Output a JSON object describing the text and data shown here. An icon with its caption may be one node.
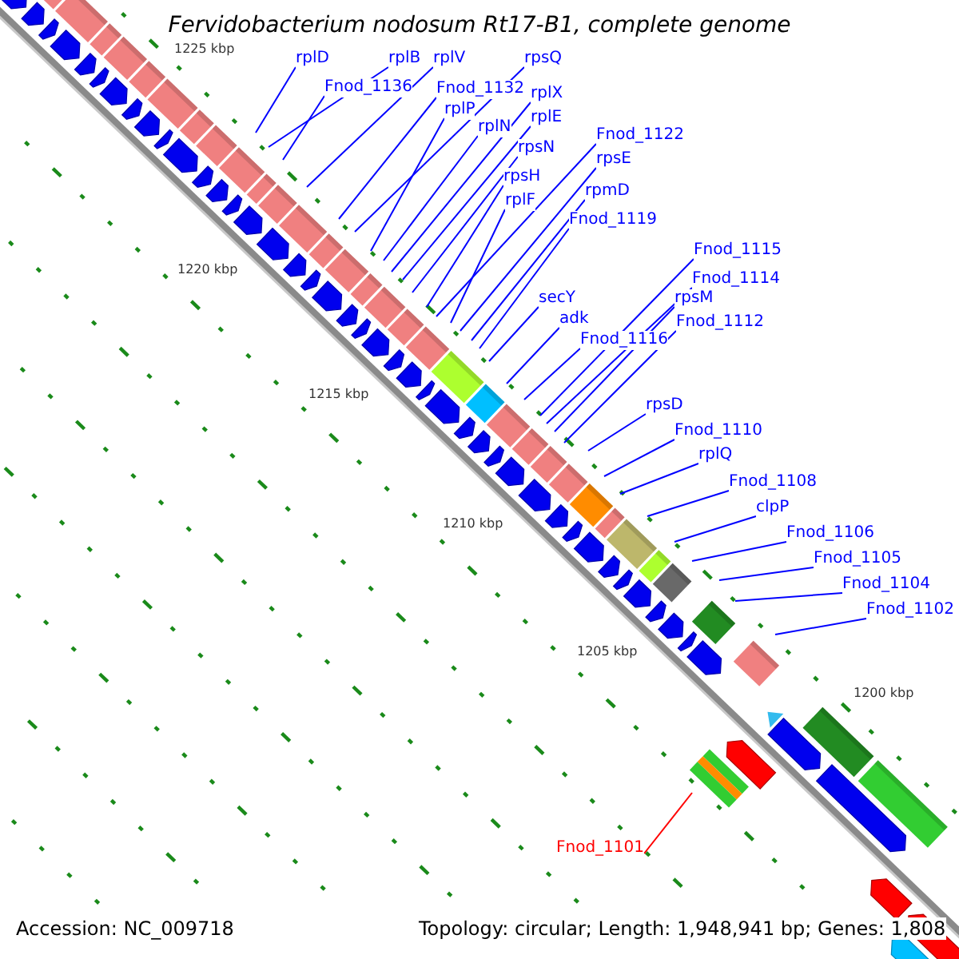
{
  "diagram": {
    "title": "Fervidobacterium nodosum Rt17-B1, complete genome",
    "nodes": [
      {
        "text": [
          "rplD"
        ]
      },
      {
        "text": [
          "rplB"
        ]
      },
      {
        "text": [
          "rplV"
        ]
      },
      {
        "text": [
          "rpsQ"
        ]
      },
      {
        "text": [
          "Fnod_1136"
        ]
      },
      {
        "text": [
          "Fnod_1132"
        ]
      },
      {
        "text": [
          "rplX"
        ]
      },
      {
        "text": [
          "rplP"
        ]
      },
      {
        "text": [
          "rplN"
        ]
      },
      {
        "text": [
          "rplE"
        ]
      },
      {
        "text": [
          "rpsN"
        ]
      },
      {
        "text": [
          "Fnod_1122"
        ]
      },
      {
        "text": [
          "rpsH"
        ]
      },
      {
        "text": [
          "rpsE"
        ]
      },
      {
        "text": [
          "rplF"
        ]
      },
      {
        "text": [
          "rpmD"
        ]
      },
      {
        "text": [
          "Fnod_1119"
        ]
      },
      {
        "text": [
          "secY"
        ]
      },
      {
        "text": [
          "adk"
        ]
      },
      {
        "text": [
          "Fnod_1116"
        ]
      },
      {
        "text": [
          "Fnod_1115"
        ]
      },
      {
        "text": [
          "Fnod_1114"
        ]
      },
      {
        "text": [
          "rpsM"
        ]
      },
      {
        "text": [
          "Fnod_1112"
        ]
      },
      {
        "text": [
          "rpsD"
        ]
      },
      {
        "text": [
          "Fnod_1110"
        ]
      },
      {
        "text": [
          "rplQ"
        ]
      },
      {
        "text": [
          "Fnod_1108"
        ]
      },
      {
        "text": [
          "clpP"
        ]
      },
      {
        "text": [
          "Fnod_1106"
        ]
      },
      {
        "text": [
          "Fnod_1105"
        ]
      },
      {
        "text": [
          "Fnod_1104"
        ]
      },
      {
        "text": [
          "Fnod_1102"
        ]
      },
      {
        "text": [
          "Fnod_1101"
        ]
      }
    ],
    "edges": [
      {
        "from": 0,
        "to": null,
        "arrow": "none"
      },
      {
        "from": 1,
        "to": null,
        "arrow": "none"
      },
      {
        "from": 2,
        "to": null,
        "arrow": "none"
      },
      {
        "from": 3,
        "to": null,
        "arrow": "none"
      },
      {
        "from": 4,
        "to": null,
        "arrow": "none"
      },
      {
        "from": 5,
        "to": null,
        "arrow": "none"
      },
      {
        "from": 6,
        "to": null,
        "arrow": "none"
      },
      {
        "from": 7,
        "to": null,
        "arrow": "none"
      },
      {
        "from": 8,
        "to": null,
        "arrow": "none"
      },
      {
        "from": 9,
        "to": null,
        "arrow": "none"
      },
      {
        "from": 10,
        "to": null,
        "arrow": "none"
      },
      {
        "from": 11,
        "to": null,
        "arrow": "none"
      },
      {
        "from": 12,
        "to": null,
        "arrow": "none"
      },
      {
        "from": 13,
        "to": null,
        "arrow": "none"
      },
      {
        "from": 14,
        "to": null,
        "arrow": "none"
      },
      {
        "from": 15,
        "to": null,
        "arrow": "none"
      },
      {
        "from": 16,
        "to": null,
        "arrow": "none"
      },
      {
        "from": 17,
        "to": null,
        "arrow": "none"
      },
      {
        "from": 18,
        "to": null,
        "arrow": "none"
      },
      {
        "from": 19,
        "to": null,
        "arrow": "none"
      },
      {
        "from": 20,
        "to": null,
        "arrow": "none"
      },
      {
        "from": 21,
        "to": null,
        "arrow": "none"
      },
      {
        "from": 22,
        "to": null,
        "arrow": "none"
      },
      {
        "from": 23,
        "to": null,
        "arrow": "none"
      },
      {
        "from": 24,
        "to": null,
        "arrow": "none"
      },
      {
        "from": 25,
        "to": null,
        "arrow": "none"
      },
      {
        "from": 26,
        "to": null,
        "arrow": "none"
      },
      {
        "from": 27,
        "to": null,
        "arrow": "none"
      },
      {
        "from": 28,
        "to": null,
        "arrow": "none"
      },
      {
        "from": 29,
        "to": null,
        "arrow": "none"
      },
      {
        "from": 30,
        "to": null,
        "arrow": "none"
      },
      {
        "from": 31,
        "to": null,
        "arrow": "none"
      },
      {
        "from": 32,
        "to": null,
        "arrow": "none"
      },
      {
        "from": 33,
        "to": null,
        "arrow": "none",
        "color": "#ff0000"
      }
    ],
    "labels": [
      "1225 kbp",
      "1220 kbp",
      "1215 kbp",
      "1210 kbp",
      "1205 kbp",
      "1200 kbp",
      "Accession: NC_009718",
      "Topology: circular; Length: 1,948,941 bp; Genes: 1,808"
    ]
  }
}
